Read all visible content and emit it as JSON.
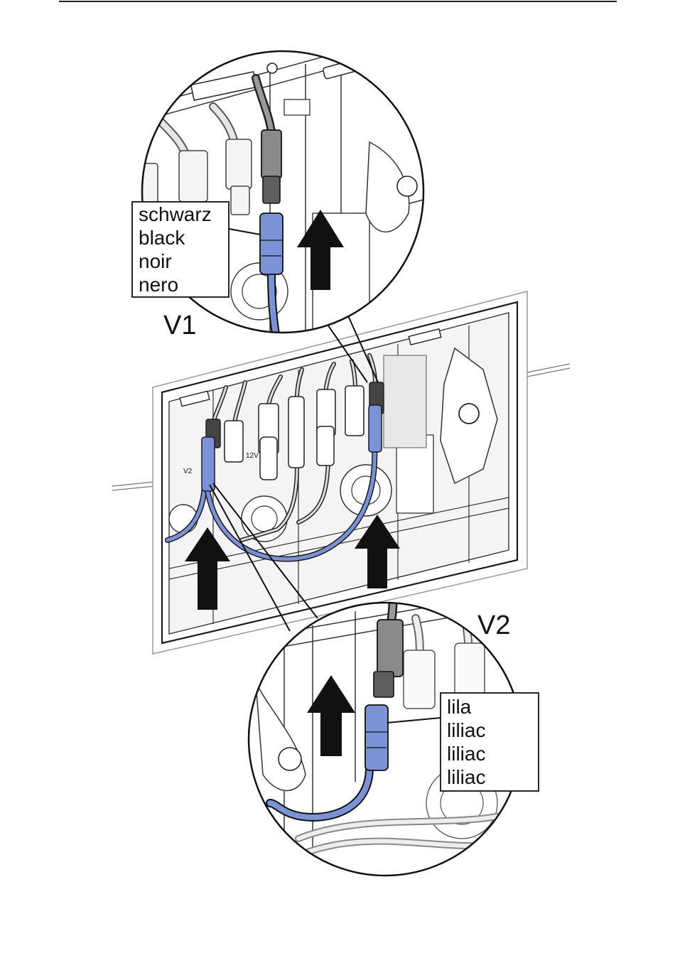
{
  "detail_v1": {
    "id_label": "V1",
    "cable_color_labels": [
      "schwarz",
      "black",
      "noir",
      "nero"
    ]
  },
  "detail_v2": {
    "id_label": "V2",
    "cable_color_labels": [
      "lila",
      "liliac",
      "liliac",
      "liliac"
    ]
  },
  "panel_markings": {
    "voltage_label": "12V",
    "connector_label": "V2"
  },
  "colors": {
    "connector_highlight": "#7b93d6",
    "line_art": "#1a1a1a",
    "arrow_fill": "#111111"
  },
  "icons": [
    "arrow-up-icon",
    "arrow-up-icon",
    "arrow-up-icon",
    "arrow-up-icon"
  ]
}
